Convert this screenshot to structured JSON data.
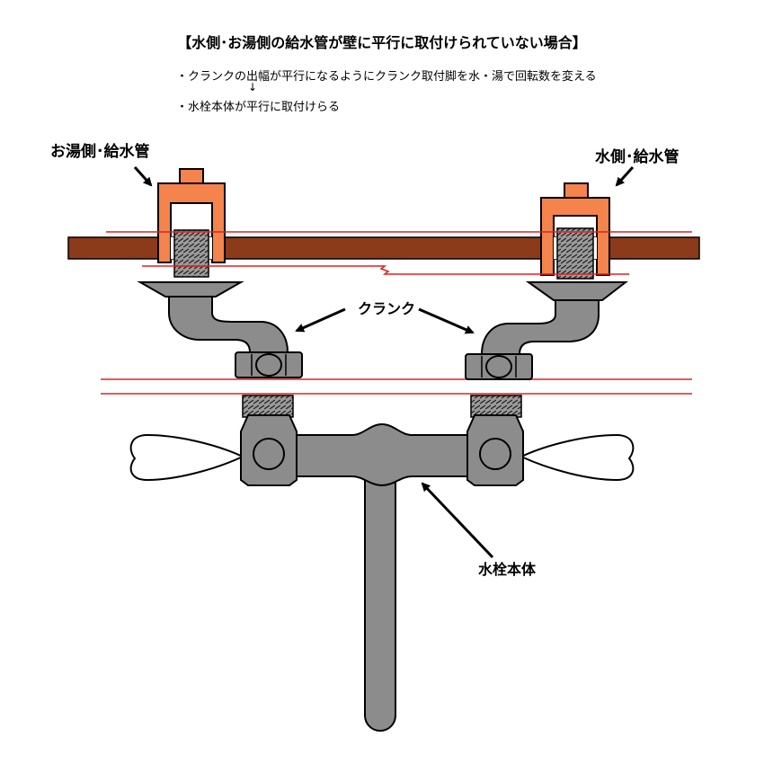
{
  "title": "【水側･お湯側の給水管が壁に平行に取付けられていない場合】",
  "notes": {
    "line1": "・クランクの出幅が平行になるようにクランク取付脚を水・湯で回転数を変える",
    "arrow": "↓",
    "line2": "・水栓本体が平行に取付けらる"
  },
  "labels": {
    "hot_supply": "お湯側･給水管",
    "cold_supply": "水側･給水管",
    "crank": "クランク",
    "faucet_body": "水栓本体"
  },
  "colors": {
    "wall": "#8B3A1A",
    "supply_pipe": "#F4844C",
    "metal": "#8C8C8C",
    "handle": "#FFFFFF",
    "guide_line": "#E02020"
  }
}
